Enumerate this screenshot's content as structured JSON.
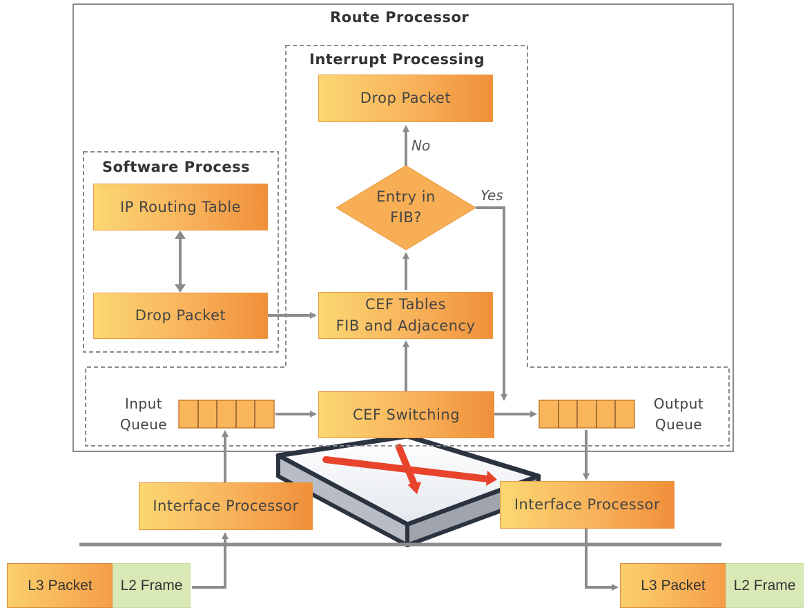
{
  "route_processor": {
    "title": "Route Processor"
  },
  "interrupt_processing": {
    "title": "Interrupt Processing",
    "drop_packet": "Drop Packet",
    "decision_line1": "Entry in",
    "decision_line2": "FIB?",
    "no_label": "No",
    "yes_label": "Yes",
    "cef_tables_line1": "CEF Tables",
    "cef_tables_line2": "FIB and Adjacency"
  },
  "software_process": {
    "title": "Software Process",
    "ip_routing_table": "IP Routing Table",
    "drop_packet": "Drop Packet"
  },
  "switching": {
    "input_queue_line1": "Input",
    "input_queue_line2": "Queue",
    "cef_switching": "CEF Switching",
    "output_queue_line1": "Output",
    "output_queue_line2": "Queue"
  },
  "interfaces": {
    "left": "Interface Processor",
    "right": "Interface Processor"
  },
  "packets": {
    "in_l3": "L3 Packet",
    "in_l2": "L2 Frame",
    "out_l3": "L3 Packet",
    "out_l2": "L2 Frame"
  },
  "colors": {
    "box_gradient_start": "#fbd772",
    "box_gradient_end": "#f08f3a",
    "arrow": "#8c8c8c",
    "l2_frame": "#d8e9b6",
    "router_cross": "#e8432b"
  }
}
